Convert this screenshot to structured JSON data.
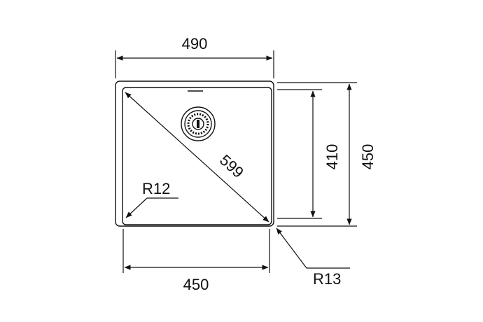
{
  "drawing": {
    "overall_width": "490",
    "inner_width": "450",
    "inner_depth": "410",
    "overall_depth": "450",
    "diagonal": "599",
    "inner_corner_radius": "R12",
    "outer_corner_radius": "R13"
  },
  "colors": {
    "line": "#111111",
    "background": "#ffffff"
  }
}
